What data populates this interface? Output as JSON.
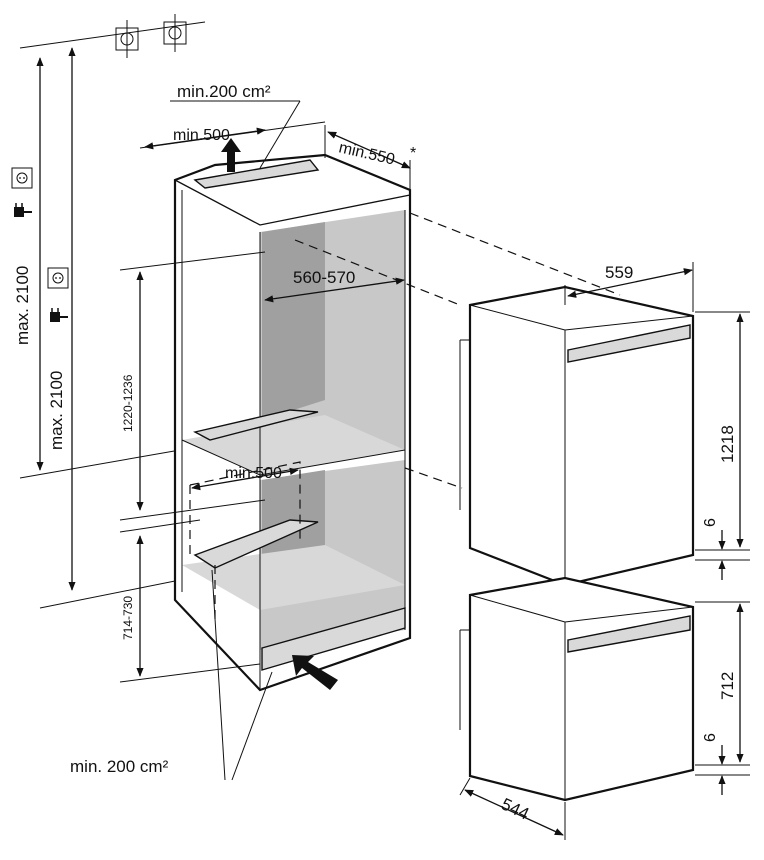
{
  "colors": {
    "line": "#111111",
    "niche_back": "#c8c8c8",
    "niche_side": "#a0a0a0",
    "niche_floor": "#d8d8d8",
    "grille": "#d9d9d9",
    "background": "#ffffff"
  },
  "icons": [
    "socket-icon",
    "plug-icon",
    "arrow-up-icon",
    "arrow-in-icon",
    "anchor-screw-icon"
  ],
  "labels": {
    "top_vent_area": "min.200 cm²",
    "top_vent_depth": "min.500",
    "niche_depth": "min.550",
    "niche_depth_note": "*",
    "niche_width": "560-570",
    "upper_niche_height": "1220-1236",
    "lower_niche_height": "714-730",
    "shelf_depth": "min.500",
    "bottom_vent_area": "min. 200 cm²",
    "socket_height_1": "max. 2100",
    "socket_height_2": "max. 2100",
    "unit_width": "559",
    "upper_unit_height": "1218",
    "upper_gap": "6",
    "lower_unit_height": "712",
    "lower_gap": "6",
    "unit_depth": "544"
  }
}
